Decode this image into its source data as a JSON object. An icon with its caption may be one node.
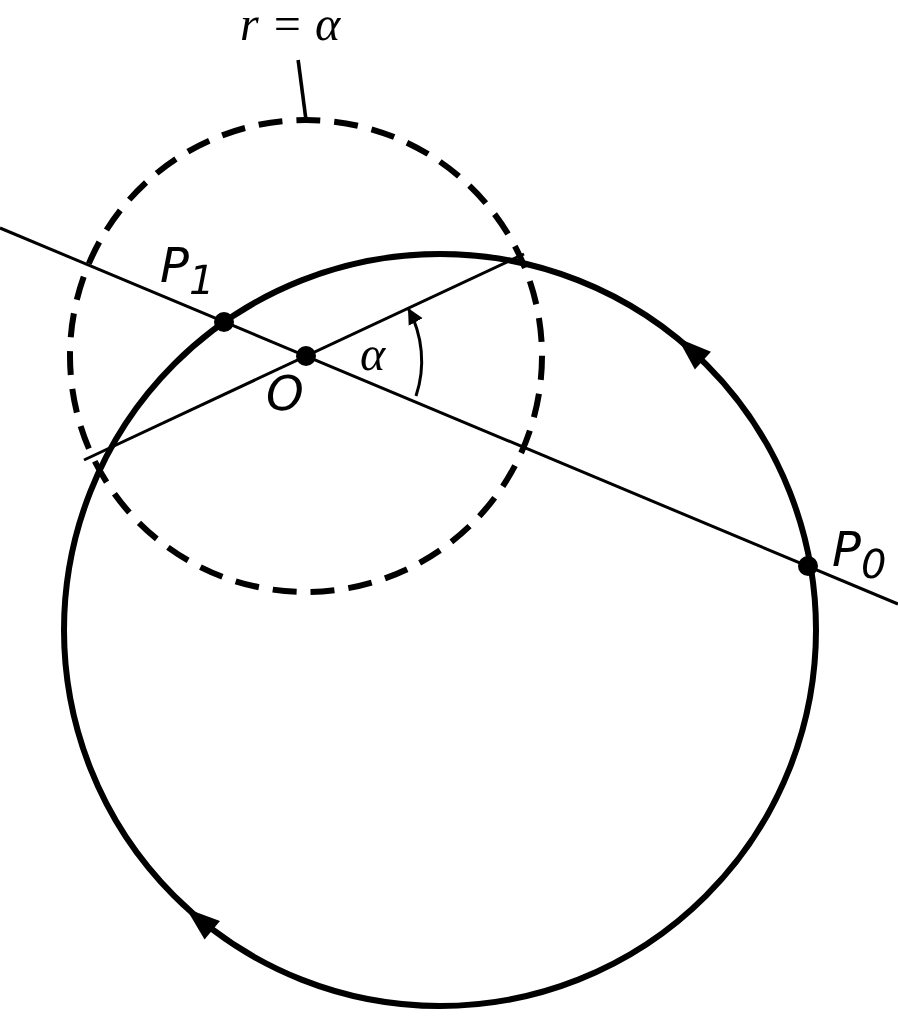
{
  "diagram": {
    "nodes": [
      {
        "text": [
          "r = α"
        ]
      },
      {
        "text": [],
        "shape": "circle"
      }
    ],
    "edges": [
      {
        "from": 0,
        "to": 1,
        "arrow": "none"
      }
    ],
    "labels": [
      "P$_{1}$",
      "O",
      "α",
      "P$_{0}$"
    ]
  }
}
